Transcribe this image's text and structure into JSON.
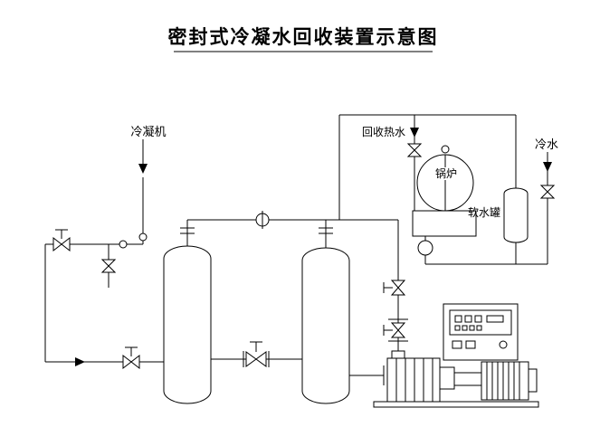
{
  "title": "密封式冷凝水回收装置示意图",
  "colors": {
    "line": "#000000",
    "background": "#ffffff"
  },
  "labels": {
    "condenser": "冷凝机",
    "recovered_hot_water": "回收热水",
    "boiler": "锅炉",
    "cold_water": "冷水",
    "soft_water_tank": "软水罐"
  }
}
